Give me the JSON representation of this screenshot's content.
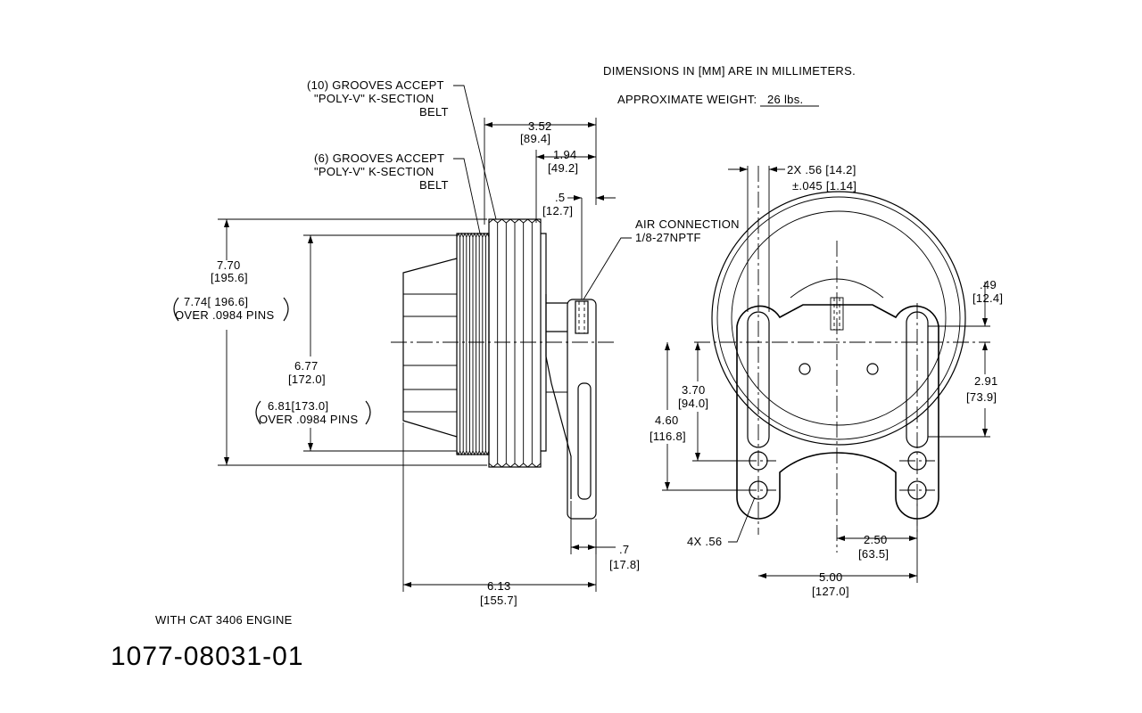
{
  "notes": {
    "units": "DIMENSIONS IN [MM] ARE IN MILLIMETERS.",
    "weight_label": "APPROXIMATE WEIGHT:",
    "weight_value": "26 lbs."
  },
  "callouts": {
    "grooves10_l1": "(10) GROOVES ACCEPT",
    "grooves10_l2": "\"POLY-V\" K-SECTION",
    "grooves10_l3": "BELT",
    "grooves6_l1": "(6) GROOVES ACCEPT",
    "grooves6_l2": "\"POLY-V\" K-SECTION",
    "grooves6_l3": "BELT",
    "air_l1": "AIR CONNECTION",
    "air_l2": "1/8-27NPTF",
    "holes4x": "4X .56",
    "slots2x_l1": "2X .56 [14.2]",
    "slots2x_l2": "±.045 [1.14]"
  },
  "side_view_dims": {
    "d352": "3.52",
    "d352mm": "[89.4]",
    "d194": "1.94",
    "d194mm": "[49.2]",
    "d05": ".5",
    "d05mm": "[12.7]",
    "d770": "7.70",
    "d770mm": "[195.6]",
    "d774": "7.74[ 196.6]",
    "d774note": "OVER .0984 PINS",
    "d677": "6.77",
    "d677mm": "[172.0]",
    "d681": "6.81[173.0]",
    "d681note": "OVER .0984 PINS",
    "d07": ".7",
    "d07mm": "[17.8]",
    "d613": "6.13",
    "d613mm": "[155.7]"
  },
  "front_view_dims": {
    "d049": ".49",
    "d049mm": "[12.4]",
    "d370": "3.70",
    "d370mm": "[94.0]",
    "d460": "4.60",
    "d460mm": "[116.8]",
    "d291": "2.91",
    "d291mm": "[73.9]",
    "d250": "2.50",
    "d250mm": "[63.5]",
    "d500": "5.00",
    "d500mm": "[127.0]"
  },
  "footer": {
    "engine": "WITH CAT 3406 ENGINE",
    "part_number": "1077-08031-01"
  }
}
